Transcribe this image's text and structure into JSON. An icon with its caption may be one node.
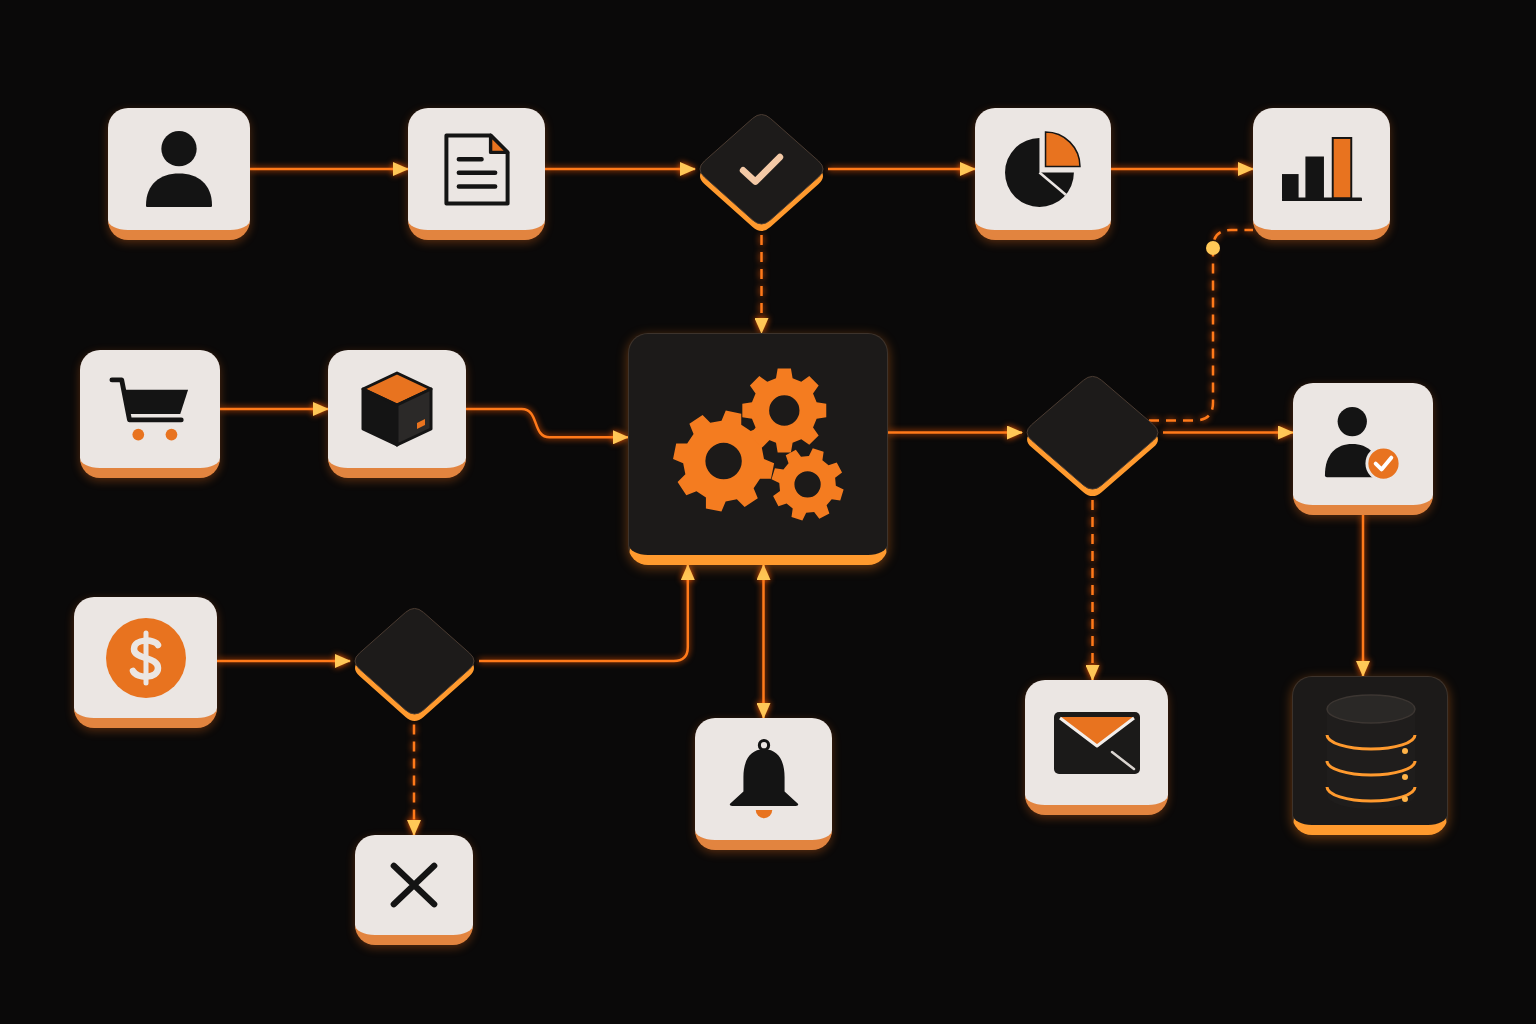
{
  "diagram": {
    "nodes": [
      {
        "text": [],
        "shape": "box"
      },
      {
        "text": [],
        "shape": "box"
      },
      {
        "text": [],
        "shape": "diamond"
      },
      {
        "text": [],
        "shape": "box"
      },
      {
        "text": [],
        "shape": "box"
      },
      {
        "text": [],
        "shape": "box"
      },
      {
        "text": [],
        "shape": "box"
      },
      {
        "text": [],
        "shape": "box"
      },
      {
        "text": [],
        "shape": "diamond"
      },
      {
        "text": [],
        "shape": "box"
      },
      {
        "text": [],
        "shape": "box"
      },
      {
        "text": [],
        "shape": "diamond"
      },
      {
        "text": [],
        "shape": "box"
      },
      {
        "text": [],
        "shape": "box"
      },
      {
        "text": [],
        "shape": "box"
      },
      {
        "text": [],
        "shape": "box"
      }
    ],
    "edges": [
      {
        "from": 0,
        "to": 1,
        "arrow": "to"
      },
      {
        "from": 1,
        "to": 2,
        "arrow": "to"
      },
      {
        "from": 2,
        "to": 3,
        "arrow": "to"
      },
      {
        "from": 3,
        "to": 4,
        "arrow": "to"
      },
      {
        "from": 2,
        "to": 7,
        "arrow": "to",
        "style": "dashed"
      },
      {
        "from": 5,
        "to": 6,
        "arrow": "to"
      },
      {
        "from": 6,
        "to": 7,
        "arrow": "to"
      },
      {
        "from": 7,
        "to": 8,
        "arrow": "to"
      },
      {
        "from": 8,
        "to": 9,
        "arrow": "to"
      },
      {
        "from": 8,
        "to": 4,
        "arrow": "none",
        "style": "dashed"
      },
      {
        "from": 8,
        "to": 13,
        "arrow": "to",
        "style": "dashed"
      },
      {
        "from": 9,
        "to": 14,
        "arrow": "to"
      },
      {
        "from": 10,
        "to": 11,
        "arrow": "to"
      },
      {
        "from": 11,
        "to": 7,
        "arrow": "to"
      },
      {
        "from": 7,
        "to": 12,
        "arrow": "both"
      },
      {
        "from": 11,
        "to": 15,
        "arrow": "to",
        "style": "dashed"
      }
    ]
  }
}
